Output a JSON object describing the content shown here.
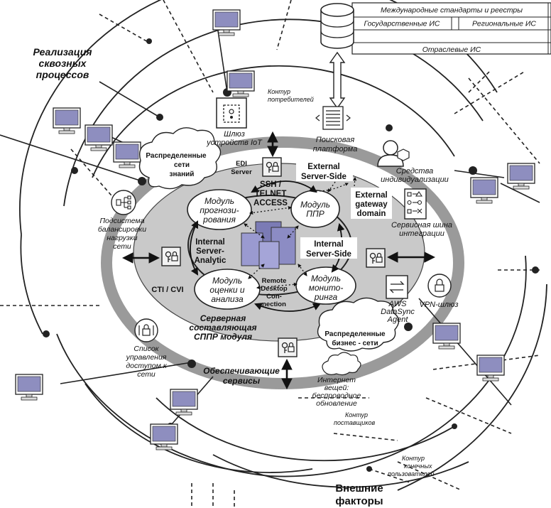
{
  "registry": {
    "intl": "Международные стандарты и реестры",
    "state": "Государственные ИС",
    "regional": "Региональные ИС",
    "sector": "Отраслевые ИС"
  },
  "labels": {
    "end_to_end": [
      "Реализация",
      "сквозных",
      "процессов"
    ],
    "consumer_contour": [
      "Контур",
      "потребителей"
    ],
    "iot_gateway": [
      "Шлюз",
      "устройств IoT"
    ],
    "search_platform": [
      "Поисковая",
      "платформа"
    ],
    "knowledge_nets": [
      "Распределенные",
      "сети",
      "знаний"
    ],
    "edi_server": [
      "EDI",
      "Server"
    ],
    "ssh": [
      "SSH /",
      "TELNET",
      "ACCESS"
    ],
    "external_server_side": [
      "External",
      "Server-Side"
    ],
    "external_gateway": [
      "External",
      "gateway",
      "domain"
    ],
    "individualization": [
      "Средства",
      "индивидуализации"
    ],
    "service_bus": [
      "Сервисная шина",
      "интеграции"
    ],
    "balancing": [
      "Подсистема",
      "балансировки",
      "нагрузки",
      "сети"
    ],
    "module_forecast": [
      "Модуль",
      "прогнози-",
      "рования"
    ],
    "module_ppr": [
      "Модуль",
      "ППР"
    ],
    "internal_analytic": [
      "Internal",
      "Server-",
      "Analytic"
    ],
    "internal_server_side": [
      "Internal",
      "Server-Side"
    ],
    "cti": "CTI / CVI",
    "module_eval": [
      "Модуль",
      "оценки и",
      "анализа"
    ],
    "remote_desktop": [
      "Remote",
      "Desktop",
      "Con-",
      "nection"
    ],
    "module_monitor": [
      "Модуль",
      "монито-",
      "ринга"
    ],
    "aws": [
      "AWS",
      "DataSync",
      "Agent"
    ],
    "vpn": "VPN-шлюз",
    "server_component": [
      "Серверная",
      "составляющая",
      "СППР модуля"
    ],
    "business_nets": [
      "Распределенные",
      "бизнес - сети"
    ],
    "access_list": [
      "Список",
      "управления",
      "доступом к",
      "сети"
    ],
    "support_services": [
      "Обеспечивающие",
      "сервисы"
    ],
    "iot_update": [
      "Интернет",
      "вещей:",
      "беспроводное",
      "обновление"
    ],
    "supplier_contour": [
      "Контур",
      "поставщиков"
    ],
    "enduser_contour": [
      "Контур",
      "конечных",
      "пользователей"
    ],
    "external_factors": [
      "Внешние",
      "факторы"
    ]
  },
  "colors": {
    "monitor_screen": "#8e8ebf",
    "server_fill": "#7b7bb5",
    "ring_gray": "#9a9a9a",
    "inner_gray": "#c9c9c9"
  }
}
